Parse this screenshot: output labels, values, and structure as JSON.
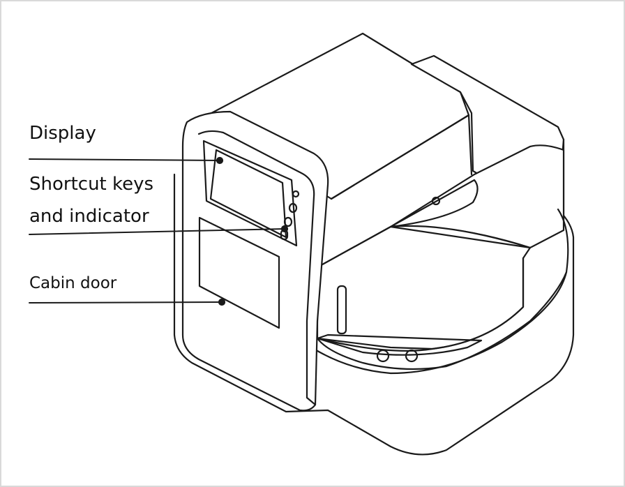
{
  "labels": {
    "display": "Display",
    "shortcut_line1": "Shortcut keys",
    "shortcut_line2": "and indicator",
    "cabin_door": "Cabin door"
  },
  "colors": {
    "stroke": "#1a1a1a",
    "frame_border": "#d9d9d9",
    "background": "#ffffff"
  }
}
